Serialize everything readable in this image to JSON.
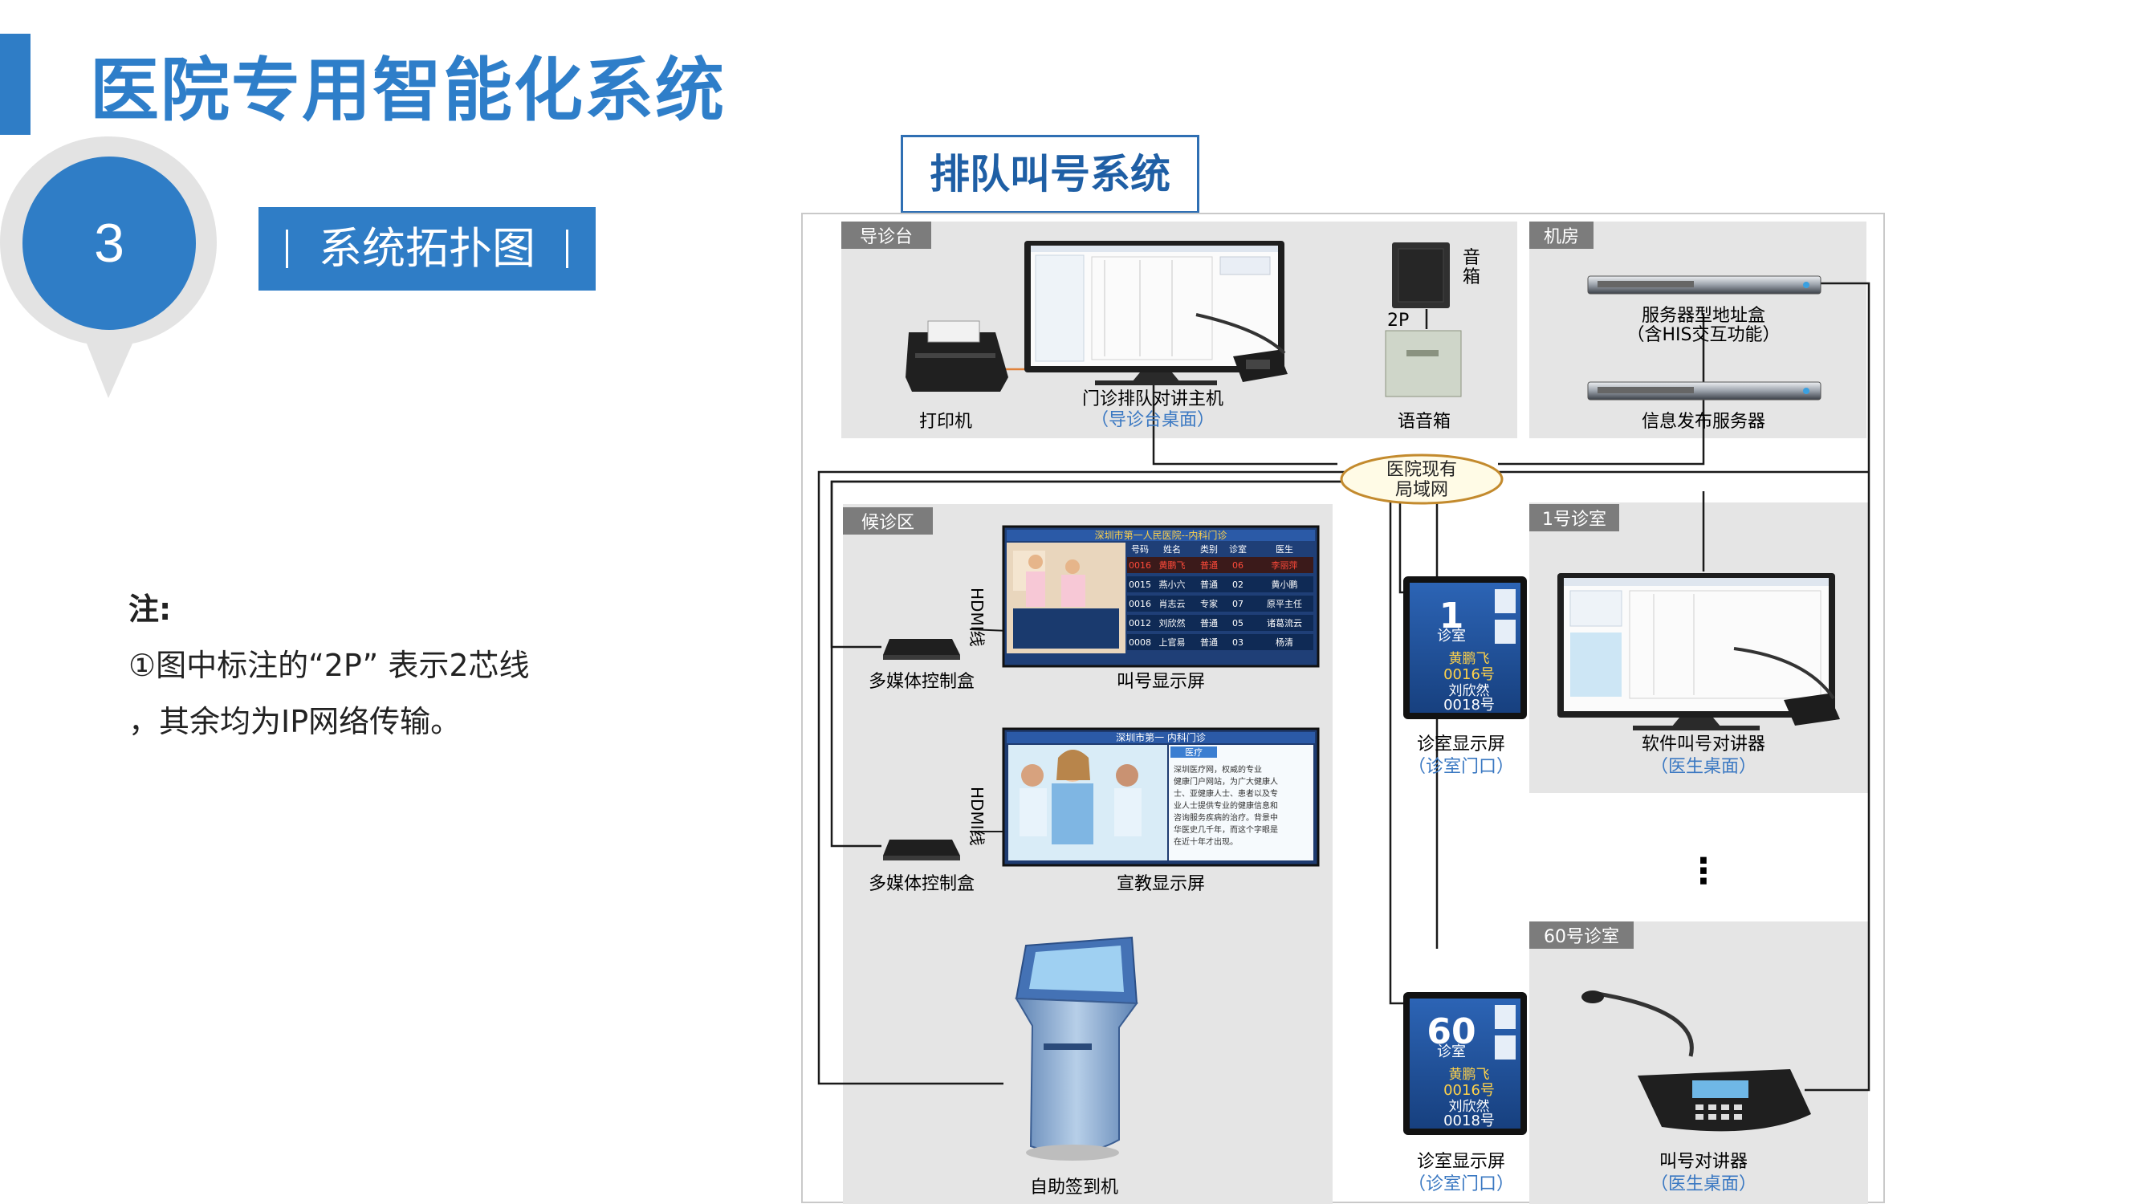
{
  "page": {
    "title": "医院专用智能化系统",
    "badge_number": "3",
    "section_label": "系统拓扑图",
    "note_title": "注:",
    "note_line1": "①图中标注的“2P” 表示2芯线",
    "note_line2": "，其余均为IP网络传输。",
    "diagram_title": "排队叫号系统"
  },
  "diagram": {
    "zones": {
      "guide": "导诊台",
      "machine_room": "机房",
      "waiting": "候诊区",
      "room1": "1号诊室",
      "room60": "60号诊室"
    },
    "devices": {
      "printer": "打印机",
      "host_line1": "门诊排队对讲主机",
      "host_line2": "（导诊台桌面）",
      "speaker_vertical": "音箱",
      "wire_2p": "2P",
      "voice_box": "语音箱",
      "server1_line1": "服务器型地址盒",
      "server1_line2": "（含HIS交互功能）",
      "server2": "信息发布服务器",
      "lan_line1": "医院现有",
      "lan_line2": "局域网",
      "hdmi": "HDMI线",
      "mm_box": "多媒体控制盒",
      "call_screen": "叫号显示屏",
      "edu_screen": "宣教显示屏",
      "kiosk": "自助签到机",
      "room_screen_line1": "诊室显示屏",
      "room_screen_line2": "（诊室门口）",
      "soft_talk_line1": "软件叫号对讲器",
      "soft_talk_line2": "（医生桌面）",
      "ellipsis": "⋮",
      "talk_line1": "叫号对讲器",
      "talk_line2": "（医生桌面）"
    },
    "call_screen": {
      "header": "深圳市第一人民医院--内科门诊",
      "columns": [
        "号码",
        "姓名",
        "类别",
        "诊室",
        "医生"
      ],
      "rows": [
        [
          "0016",
          "黄鹏飞",
          "普通",
          "06",
          "李丽萍"
        ],
        [
          "0015",
          "燕小六",
          "普通",
          "02",
          "黄小鹏"
        ],
        [
          "0016",
          "肖志云",
          "专家",
          "07",
          "原平主任"
        ],
        [
          "0012",
          "刘欣然",
          "普通",
          "05",
          "诸葛流云"
        ],
        [
          "0008",
          "上官易",
          "普通",
          "03",
          "杨清"
        ]
      ]
    },
    "edu_screen": {
      "header": "深圳市第一          内科门诊",
      "tab": "医疗",
      "body": [
        "深圳医疗网，权威的专业",
        "健康门户网站，为广大健康人",
        "士、亚健康人士、患者以及专",
        "业人士提供专业的健康信息和",
        "咨询服务疾病的治疗。背景中",
        "华医史几千年，而这个字眼是",
        "在近十年才出现。"
      ]
    },
    "room_display_1": {
      "number": "1",
      "room": "诊室",
      "name1": "黄鹏飞",
      "num1": "0016号",
      "name2": "刘欣然",
      "num2": "0018号"
    },
    "room_display_60": {
      "number": "60",
      "room": "诊室",
      "name1": "黄鹏飞",
      "num1": "0016号",
      "name2": "刘欣然",
      "num2": "0018号"
    }
  }
}
